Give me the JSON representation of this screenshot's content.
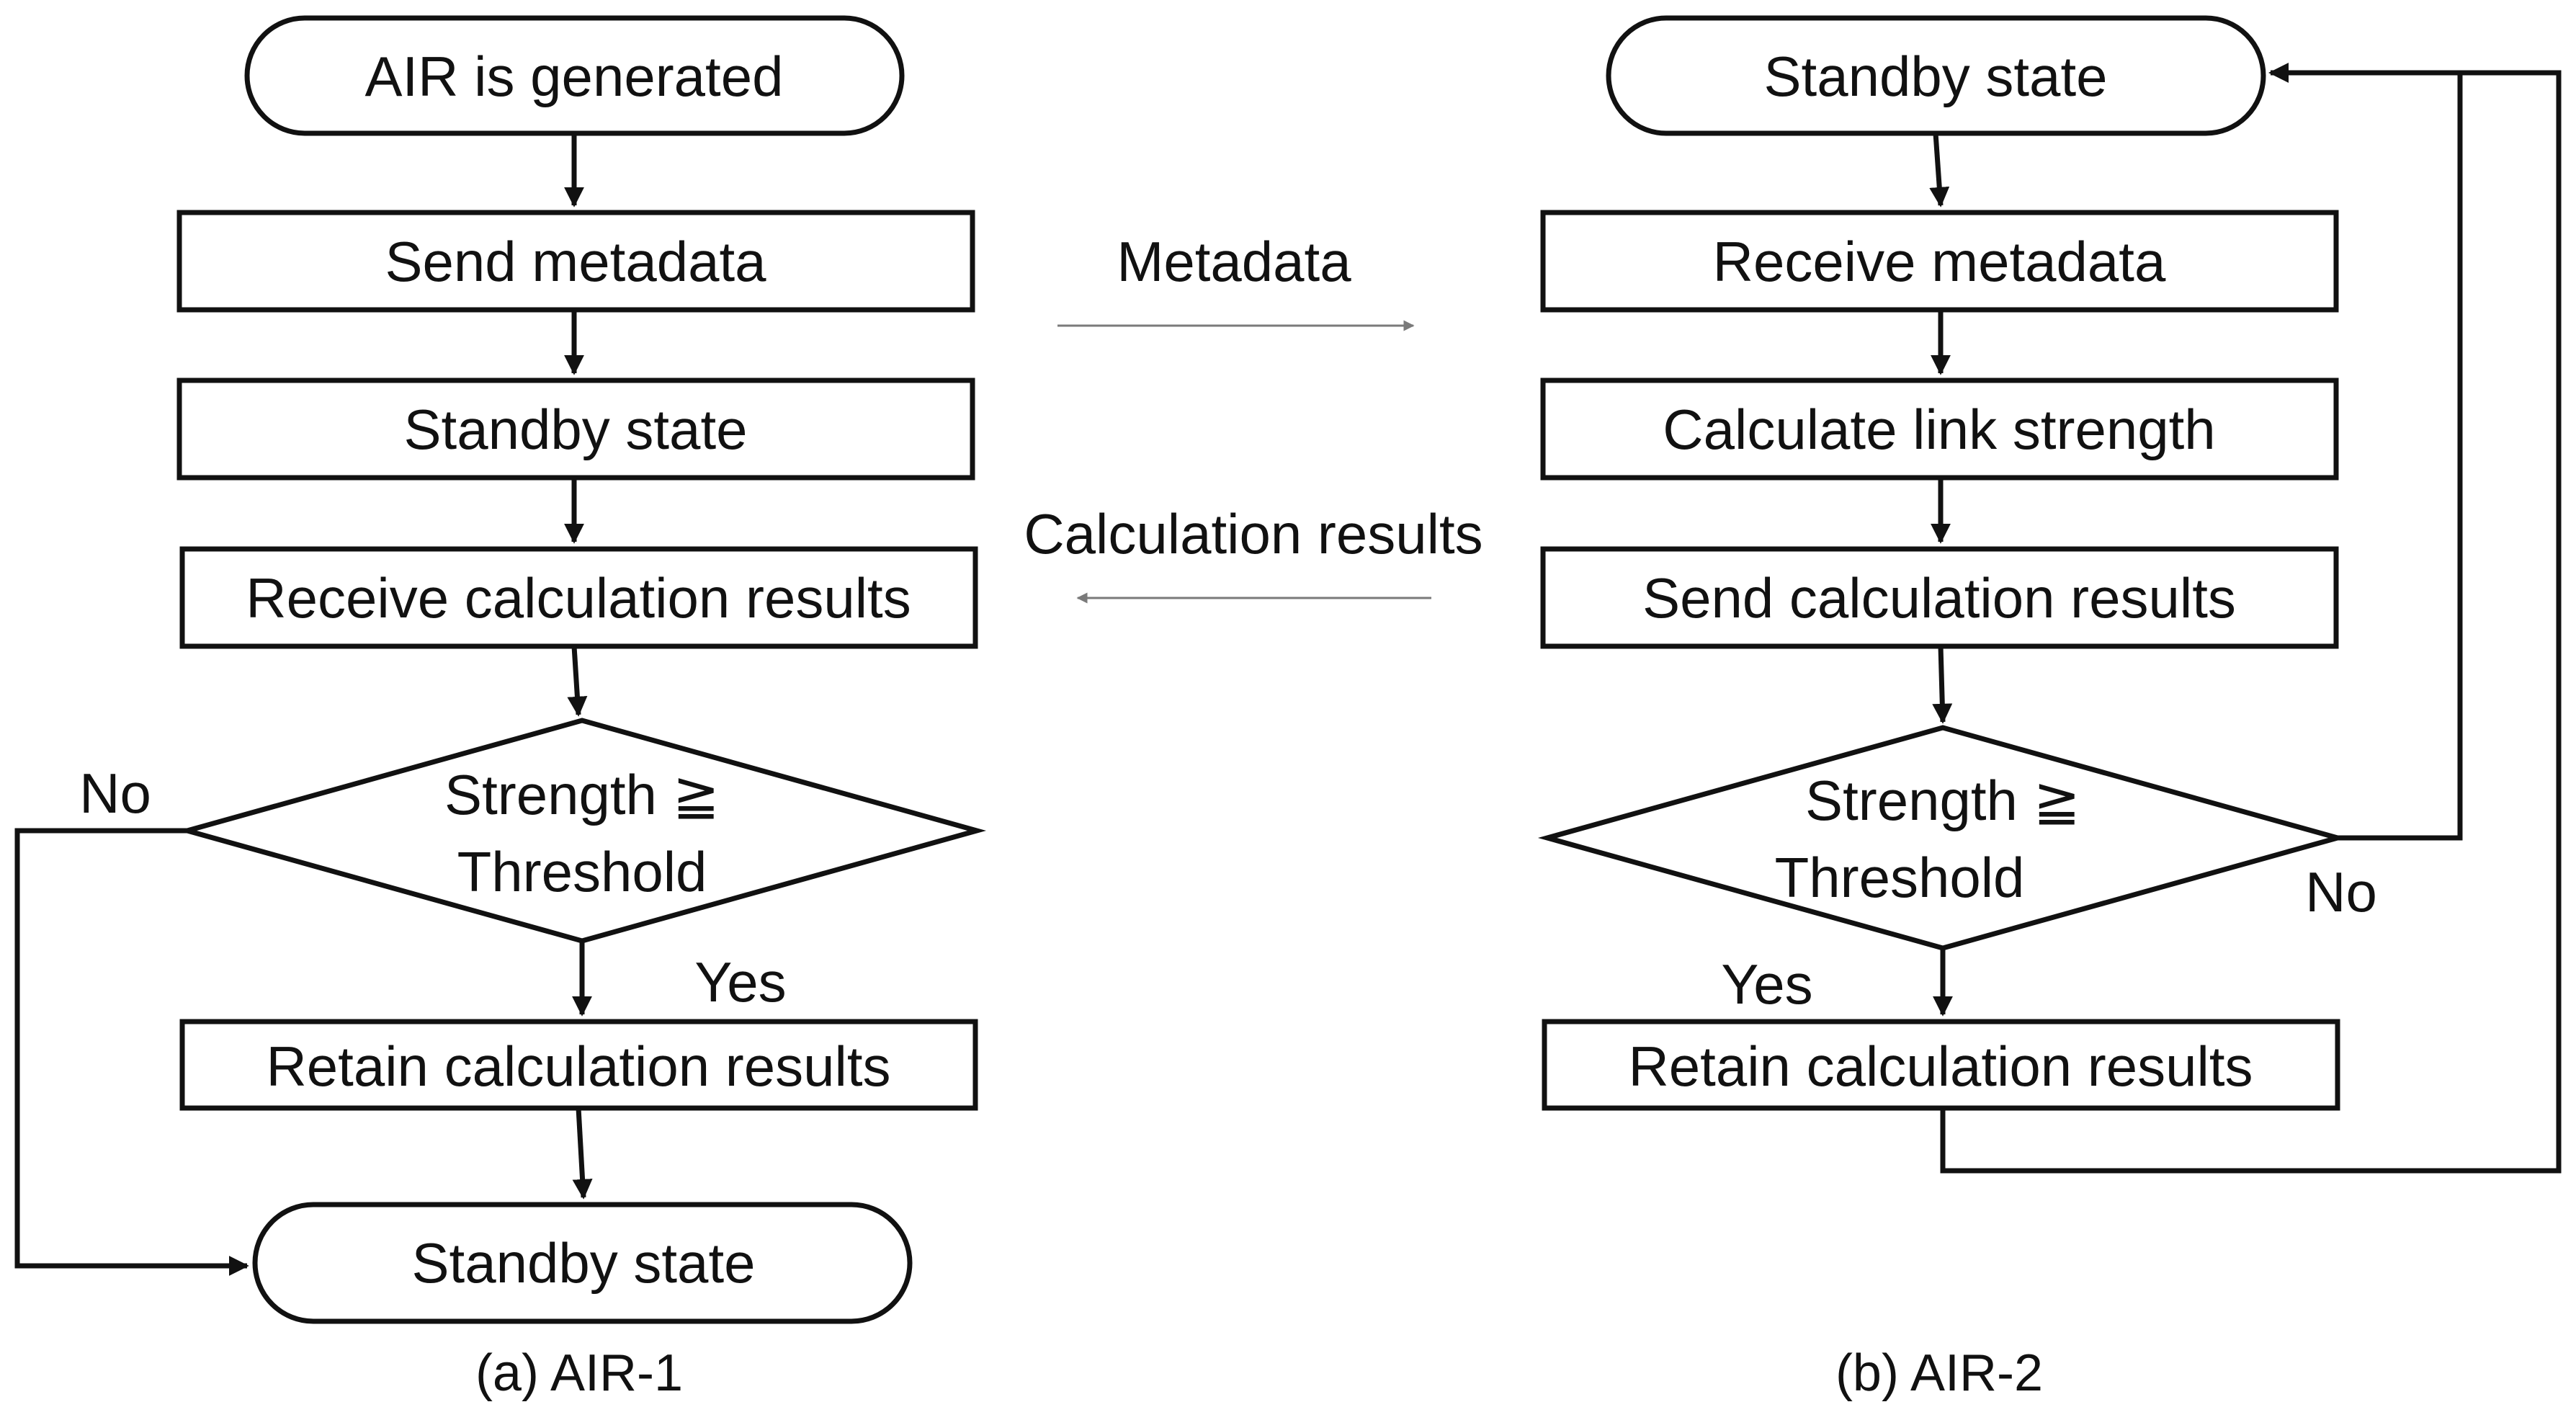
{
  "panel_a": {
    "start": "AIR is generated",
    "send_metadata": "Send metadata",
    "standby": "Standby state",
    "receive_results": "Receive calculation results",
    "decision_line1": "Strength ≧",
    "decision_line2": "Threshold",
    "no_label": "No",
    "yes_label": "Yes",
    "retain": "Retain calculation results",
    "end": "Standby state",
    "caption": "(a) AIR-1"
  },
  "panel_b": {
    "start": "Standby state",
    "receive_metadata": "Receive metadata",
    "calculate": "Calculate link strength",
    "send_results": "Send calculation results",
    "decision_line1": "Strength ≧",
    "decision_line2": "Threshold",
    "no_label": "No",
    "yes_label": "Yes",
    "retain": "Retain calculation results",
    "caption": "(b) AIR-2"
  },
  "messages": {
    "metadata": "Metadata",
    "calculation_results": "Calculation results"
  }
}
